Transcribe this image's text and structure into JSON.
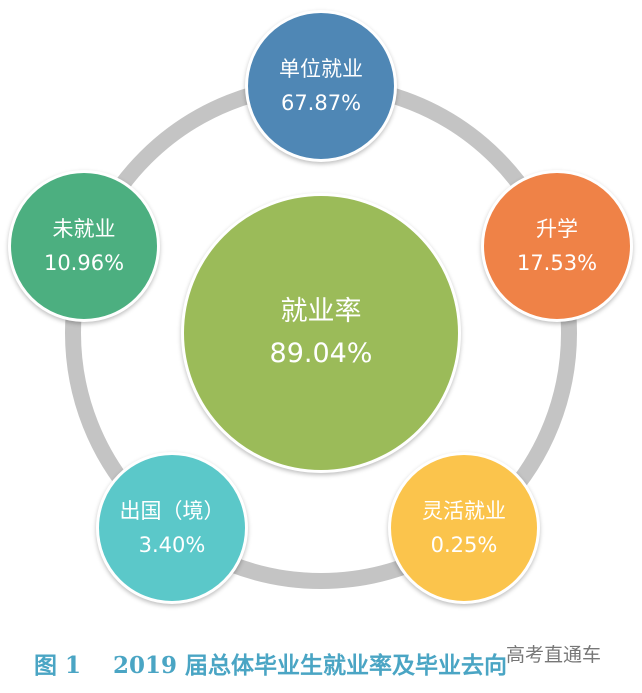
{
  "center": {
    "label": "就业率",
    "value": "89.04%",
    "color": "#9bbb59"
  },
  "nodes": [
    {
      "label": "单位就业",
      "value": "67.87%",
      "color": "#4f87b5"
    },
    {
      "label": "升学",
      "value": "17.53%",
      "color": "#ef8247"
    },
    {
      "label": "灵活就业",
      "value": "0.25%",
      "color": "#fbc44c"
    },
    {
      "label": "出国（境）",
      "value": "3.40%",
      "color": "#5bc8c9"
    },
    {
      "label": "未就业",
      "value": "10.96%",
      "color": "#4caf80"
    }
  ],
  "caption": "图 1    2019 届总体毕业生就业率及毕业去向",
  "watermark": "高考直通车"
}
